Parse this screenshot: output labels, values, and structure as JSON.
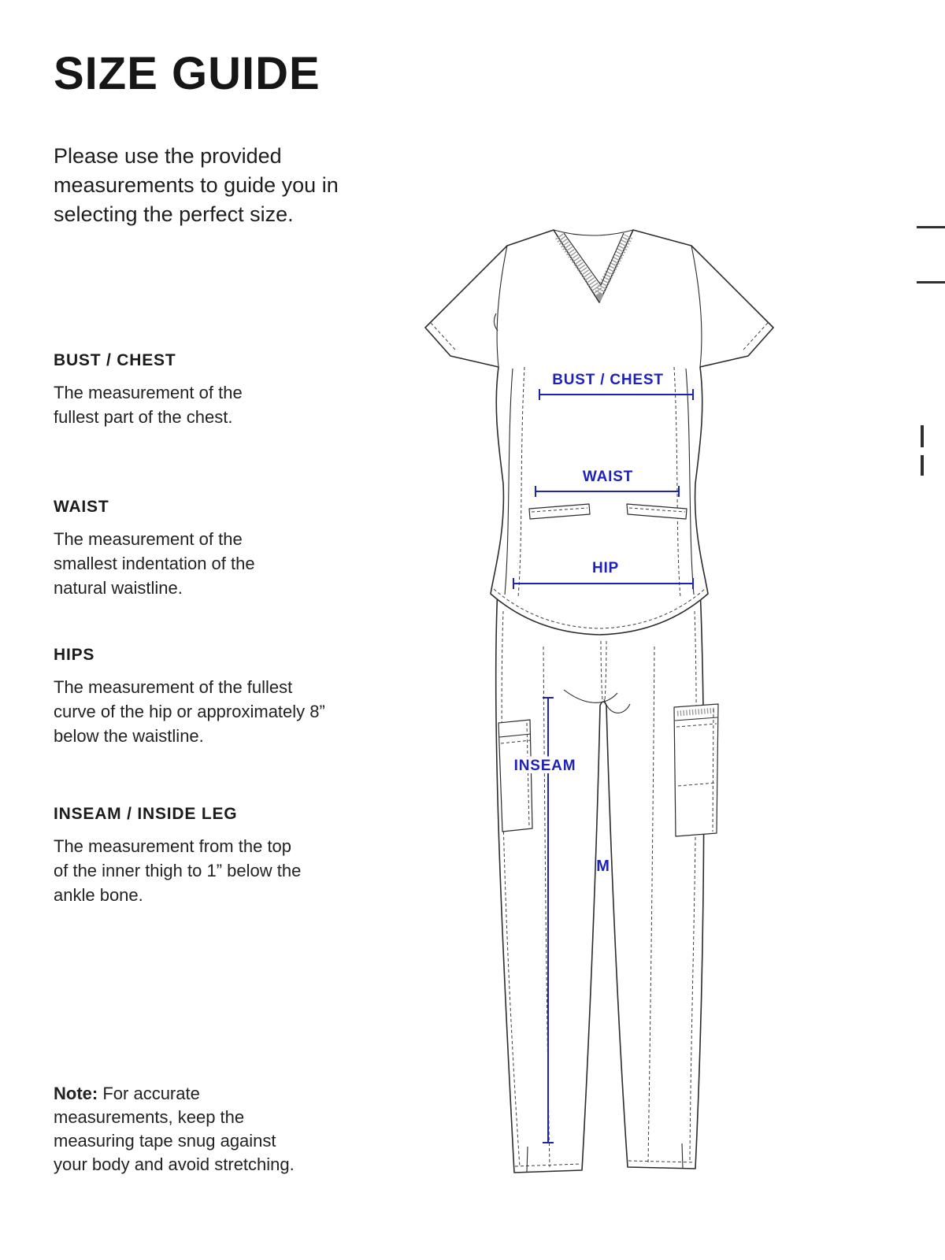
{
  "page": {
    "title": "SIZE GUIDE",
    "intro": "Please use the provided measurements to guide you in selecting the perfect size."
  },
  "sections": [
    {
      "heading": "BUST / CHEST",
      "body": "The measurement of the fullest part of the chest."
    },
    {
      "heading": "WAIST",
      "body": "The measurement of the smallest indentation of the natural waistline."
    },
    {
      "heading": "HIPS",
      "body": "The measurement of the fullest curve of the hip or approximately 8” below the waistline."
    },
    {
      "heading": "INSEAM / INSIDE LEG",
      "body": "The measurement from the top of the inner thigh to 1” below the ankle bone."
    }
  ],
  "note": {
    "label": "Note:",
    "text": "For accurate measurements, keep the measuring tape snug against your body and avoid stretching."
  },
  "diagram": {
    "annotation_color": "#1e22b8",
    "outline_color": "#2b2b2b",
    "labels": {
      "bust": "BUST / CHEST",
      "waist": "WAIST",
      "hip": "HIP",
      "inseam": "INSEAM",
      "size": "M"
    }
  }
}
